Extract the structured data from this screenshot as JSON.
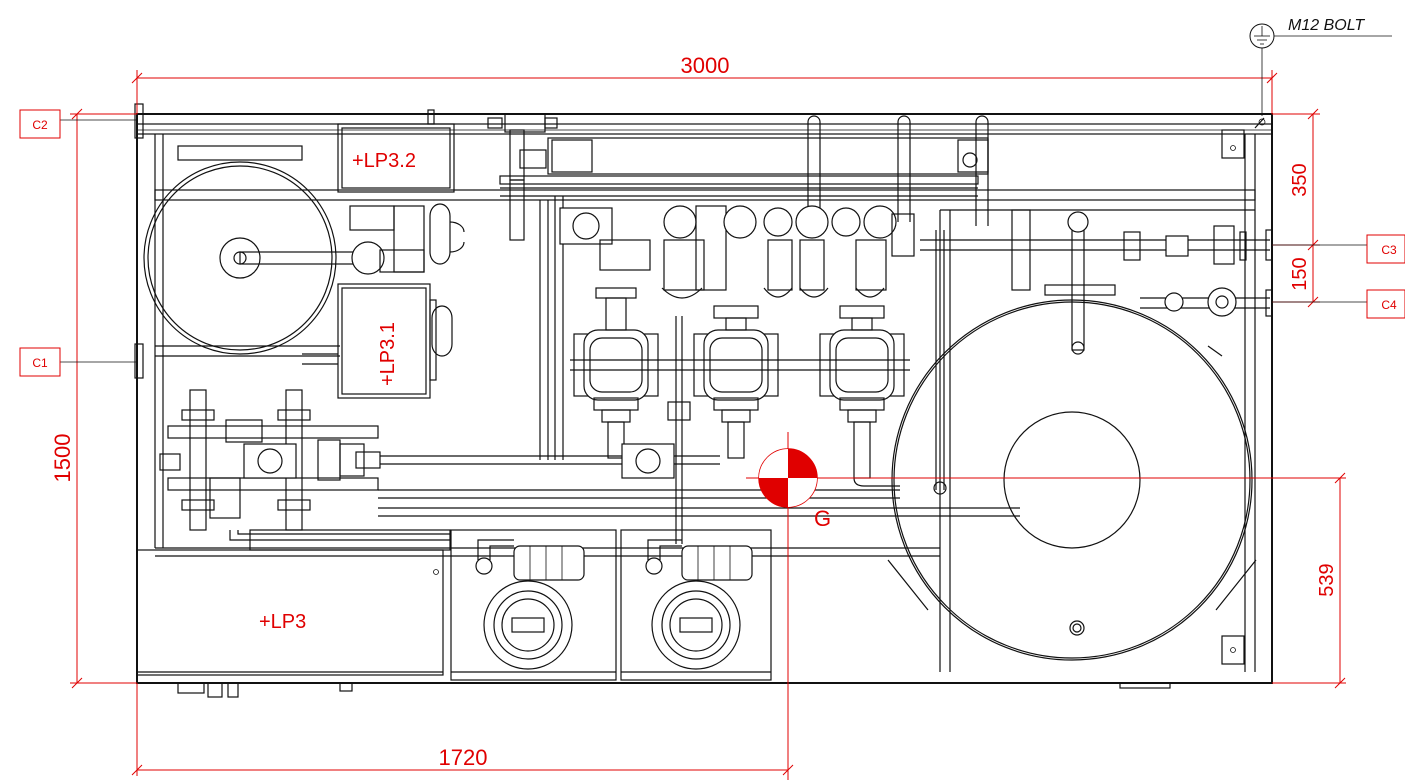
{
  "dimensions": {
    "total_width": "3000",
    "total_height": "1500",
    "partial_width": "1720",
    "top_offset": "350",
    "middle_offset": "150",
    "cog_height": "539"
  },
  "connections": {
    "c1": "C1",
    "c2": "C2",
    "c3": "C3",
    "c4": "C4"
  },
  "panels": {
    "lp3": "+LP3",
    "lp3_1": "+LP3.1",
    "lp3_2": "+LP3.2"
  },
  "ground_label": "M12 BOLT",
  "cog_label": "G"
}
